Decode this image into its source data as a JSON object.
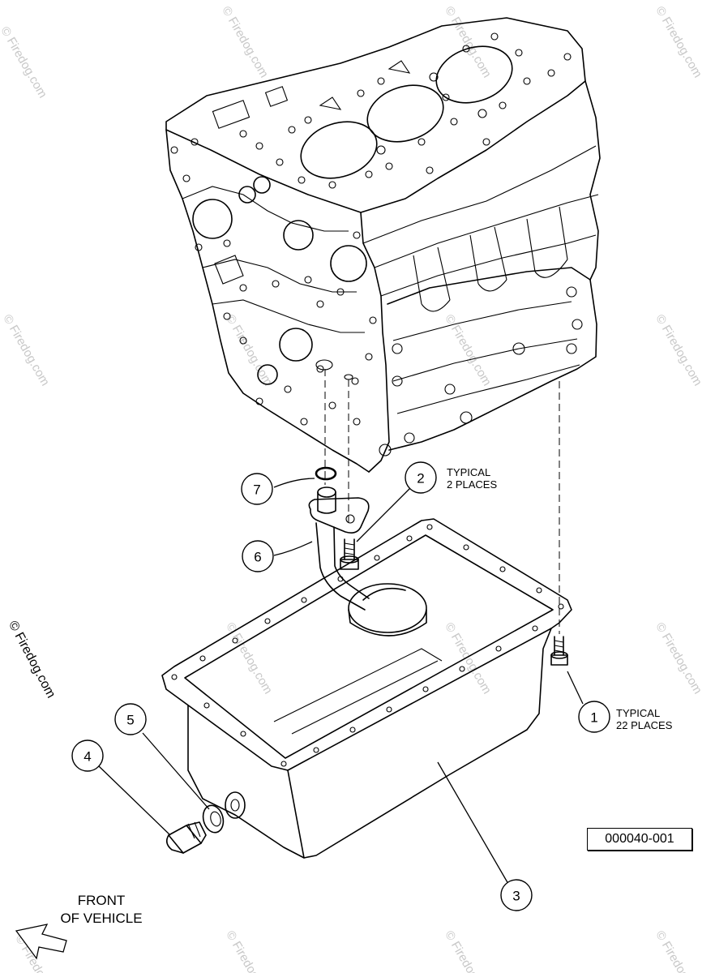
{
  "callouts": [
    {
      "id": "1",
      "label": "1"
    },
    {
      "id": "2",
      "label": "2"
    },
    {
      "id": "3",
      "label": "3"
    },
    {
      "id": "4",
      "label": "4"
    },
    {
      "id": "5",
      "label": "5"
    },
    {
      "id": "6",
      "label": "6"
    },
    {
      "id": "7",
      "label": "7"
    }
  ],
  "notes": {
    "typical_2": "TYPICAL\n2 PLACES",
    "typical_22": "TYPICAL\n22 PLACES"
  },
  "part_number": "000040-001",
  "front_label": "FRONT\nOF VEHICLE",
  "watermark": "© Firedog.com"
}
